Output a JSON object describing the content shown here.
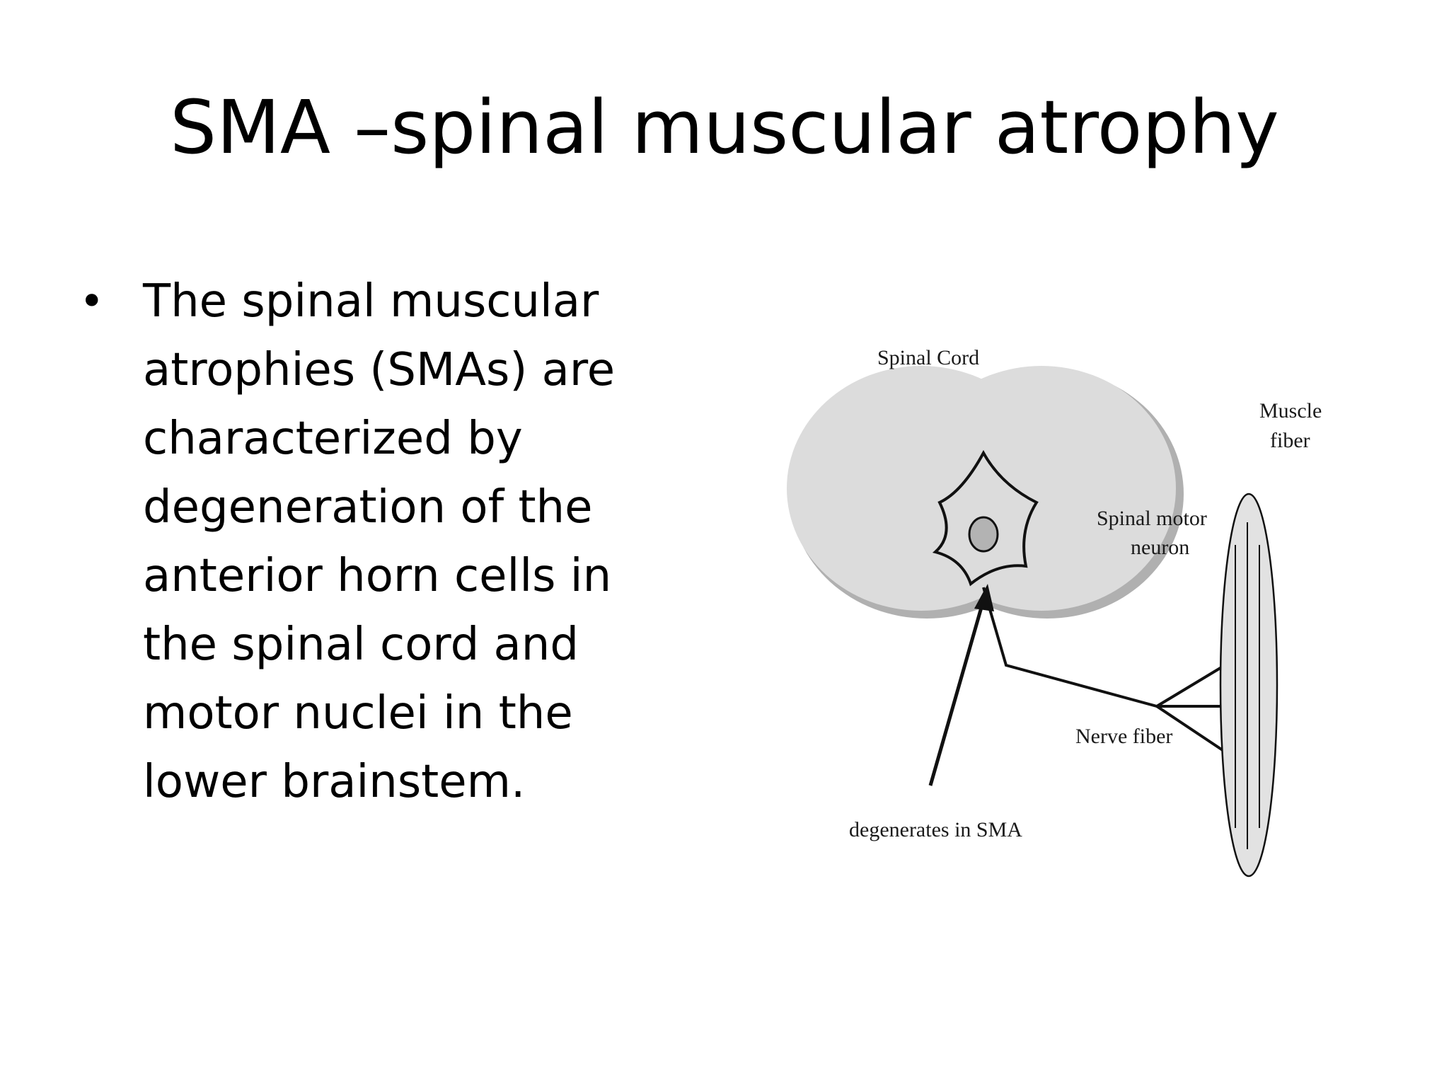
{
  "slide": {
    "title": "SMA –spinal muscular atrophy",
    "bullets": [
      {
        "mark": "•",
        "text": "The spinal muscular atrophies (SMAs) are characterized by degeneration of the anterior horn cells in the spinal cord and motor nuclei in the lower brainstem."
      }
    ]
  },
  "diagram": {
    "labels": {
      "spinal_cord": "Spinal Cord",
      "muscle_fiber_line1": "Muscle",
      "muscle_fiber_line2": "fiber",
      "motor_neuron_line1": "Spinal motor",
      "motor_neuron_line2": "neuron",
      "nerve_fiber": "Nerve fiber",
      "degenerates": "degenerates in SMA"
    },
    "colors": {
      "cord_fill": "#dcdcdc",
      "cord_shadow": "#b0b0b0",
      "nucleus_fill": "#b3b3b3",
      "muscle_fill": "#e2e2e2",
      "stroke": "#111111"
    }
  }
}
